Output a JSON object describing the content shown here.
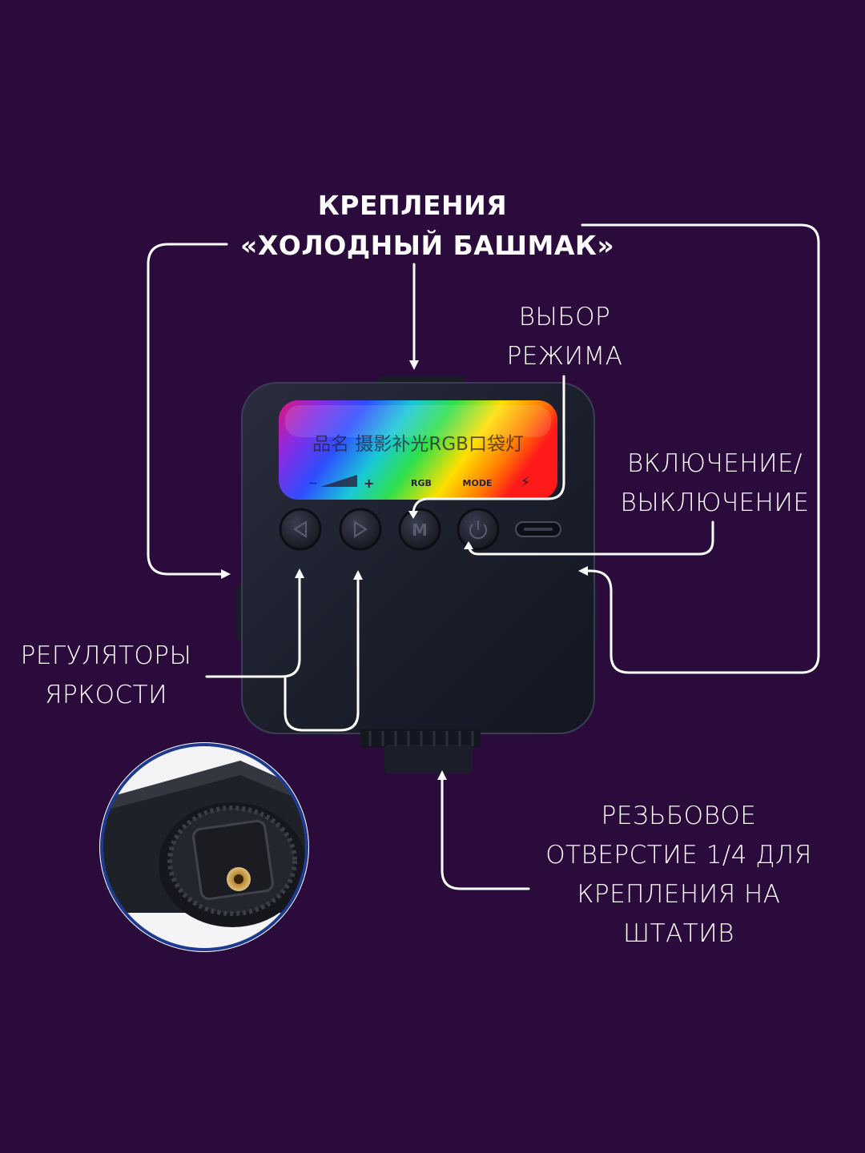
{
  "labels": {
    "cold_shoe": [
      "КРЕПЛЕНИЯ",
      "«ХОЛОДНЫЙ БАШМАК»"
    ],
    "mode": [
      "ВЫБОР",
      "РЕЖИМА"
    ],
    "power": [
      "ВКЛЮЧЕНИЕ/",
      "ВЫКЛЮЧЕНИЕ"
    ],
    "brightness": [
      "РЕГУЛЯТОРЫ",
      "ЯРКОСТИ"
    ],
    "thread": [
      "РЕЗЬБОВОЕ",
      "ОТВЕРСТИЕ 1/4 ДЛЯ",
      "КРЕПЛЕНИЯ НА",
      "ШТАТИВ"
    ]
  },
  "device": {
    "panel_text": "品名 摄影补光RGB口袋灯",
    "minus": "−",
    "plus": "+",
    "rgb": "RGB",
    "mode": "MODE",
    "bolt_icon": "⚡"
  },
  "colors": {
    "background": "#2b0b3c",
    "device_body": "#1f2230",
    "line": "#ffffff"
  }
}
